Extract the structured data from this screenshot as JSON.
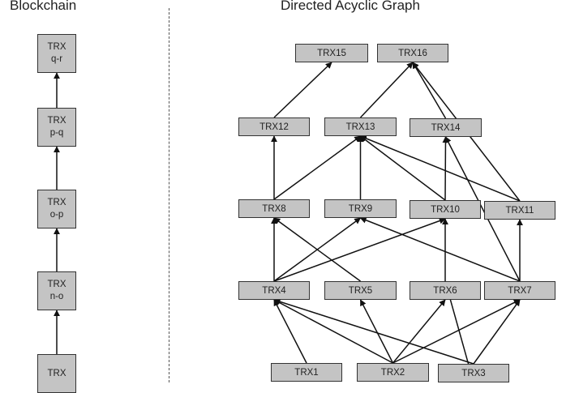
{
  "blockchain": {
    "title": "Blockchain",
    "blocks": [
      {
        "id": "q-r",
        "line1": "TRX",
        "line2": "q-r"
      },
      {
        "id": "p-q",
        "line1": "TRX",
        "line2": "p-q"
      },
      {
        "id": "o-p",
        "line1": "TRX",
        "line2": "o-p"
      },
      {
        "id": "n-o",
        "line1": "TRX",
        "line2": "n-o"
      },
      {
        "id": "m-n",
        "line1": "TRX",
        "line2": ""
      }
    ]
  },
  "dag": {
    "title": "Directed Acyclic Graph",
    "nodes": [
      {
        "id": "TRX15",
        "label": "TRX15"
      },
      {
        "id": "TRX16",
        "label": "TRX16"
      },
      {
        "id": "TRX12",
        "label": "TRX12"
      },
      {
        "id": "TRX13",
        "label": "TRX13"
      },
      {
        "id": "TRX14",
        "label": "TRX14"
      },
      {
        "id": "TRX8",
        "label": "TRX8"
      },
      {
        "id": "TRX9",
        "label": "TRX9"
      },
      {
        "id": "TRX10",
        "label": "TRX10"
      },
      {
        "id": "TRX11",
        "label": "TRX11"
      },
      {
        "id": "TRX4",
        "label": "TRX4"
      },
      {
        "id": "TRX5",
        "label": "TRX5"
      },
      {
        "id": "TRX6",
        "label": "TRX6"
      },
      {
        "id": "TRX7",
        "label": "TRX7"
      },
      {
        "id": "TRX1",
        "label": "TRX1"
      },
      {
        "id": "TRX2",
        "label": "TRX2"
      },
      {
        "id": "TRX3",
        "label": "TRX3"
      }
    ],
    "edges": [
      [
        "TRX12",
        "TRX15"
      ],
      [
        "TRX13",
        "TRX16"
      ],
      [
        "TRX14",
        "TRX16"
      ],
      [
        "TRX11",
        "TRX16"
      ],
      [
        "TRX8",
        "TRX12"
      ],
      [
        "TRX8",
        "TRX13"
      ],
      [
        "TRX9",
        "TRX13"
      ],
      [
        "TRX10",
        "TRX13"
      ],
      [
        "TRX11",
        "TRX13"
      ],
      [
        "TRX10",
        "TRX14"
      ],
      [
        "TRX7",
        "TRX14"
      ],
      [
        "TRX4",
        "TRX8"
      ],
      [
        "TRX5",
        "TRX8"
      ],
      [
        "TRX4",
        "TRX9"
      ],
      [
        "TRX7",
        "TRX9"
      ],
      [
        "TRX4",
        "TRX10"
      ],
      [
        "TRX6",
        "TRX10"
      ],
      [
        "TRX7",
        "TRX11"
      ],
      [
        "TRX1",
        "TRX4"
      ],
      [
        "TRX2",
        "TRX4"
      ],
      [
        "TRX3",
        "TRX4"
      ],
      [
        "TRX2",
        "TRX5"
      ],
      [
        "TRX2",
        "TRX6"
      ],
      [
        "TRX2",
        "TRX7"
      ],
      [
        "TRX6",
        "TRX3"
      ],
      [
        "TRX3",
        "TRX7"
      ]
    ]
  }
}
